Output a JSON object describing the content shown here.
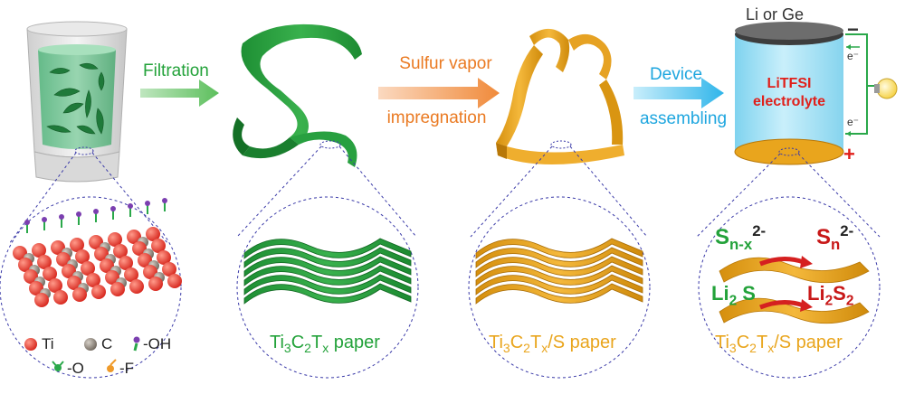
{
  "steps": {
    "filtration": "Filtration",
    "sulfur_line1": "Sulfur vapor",
    "sulfur_line2": "impregnation",
    "device_line1": "Device",
    "device_line2": "assembling"
  },
  "cell": {
    "top_label": "Li or Ge",
    "electrolyte_line1": "LiTFSI",
    "electrolyte_line2": "electrolyte",
    "minus": "−",
    "plus": "+",
    "electron_top": "e⁻",
    "electron_bottom": "e⁻"
  },
  "captions": {
    "paper1_a": "Ti",
    "paper1_b": "3",
    "paper1_c": "C",
    "paper1_d": "2",
    "paper1_e": "T",
    "paper1_f": "x",
    "paper1_g": " paper",
    "paper2_a": "Ti",
    "paper2_b": "3",
    "paper2_c": "C",
    "paper2_d": "2",
    "paper2_e": "T",
    "paper2_f": "x",
    "paper2_g": "/S  paper",
    "paper3_a": "Ti",
    "paper3_b": "3",
    "paper3_c": "C",
    "paper3_d": "2",
    "paper3_e": "T",
    "paper3_f": "x",
    "paper3_g": "/S  paper"
  },
  "legend": {
    "ti": "Ti",
    "c": "C",
    "oh": "-OH",
    "o": "-O",
    "f": "-F"
  },
  "reaction": {
    "s_nx_base": "S",
    "s_nx_sub": "n-x",
    "s_nx_sup": "2-",
    "s_n_base": "S",
    "s_n_sub": "n",
    "s_n_sup": "2-",
    "li2s_a": "Li",
    "li2s_b": "2",
    "li2s_c": " S",
    "li2s2_a": "Li",
    "li2s2_b": "2",
    "li2s2_c": "S",
    "li2s2_d": "2"
  },
  "colors": {
    "green": "#23a23a",
    "green_dark": "#157a26",
    "gold": "#e9a51d",
    "gold_dark": "#b87808",
    "orange_text": "#ea7a22",
    "blue_text": "#1ea6df",
    "red_text": "#e0201b",
    "dashed_blue": "#3a3aa8"
  }
}
